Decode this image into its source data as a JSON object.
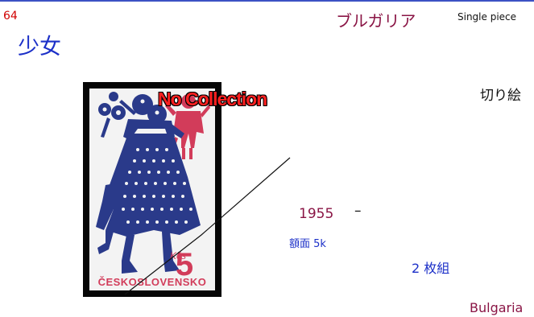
{
  "header": {
    "page_number": "64",
    "country_jp": "ブルガリア",
    "format_label": "Single piece"
  },
  "stamp": {
    "title": "少女",
    "technique": "切り絵",
    "overlay_badge": "No Collection",
    "denomination": "5",
    "currency": "Kčs",
    "country_inscription": "ČESKOSLOVENSKO"
  },
  "details": {
    "year": "1955",
    "dash": "–",
    "face_value": "額面 5k",
    "set_count": "2 枚組",
    "country_en": "Bulgaria"
  },
  "colors": {
    "rule": "#3c52c4",
    "page_number": "#d00000",
    "title": "#1c30c8",
    "country": "#8a1545",
    "detail_blue": "#1c30c8",
    "stamp_blue": "#2a3a8a",
    "stamp_red": "#d23c5a",
    "stamp_bg": "#f3f3f3",
    "frame": "#060606"
  }
}
